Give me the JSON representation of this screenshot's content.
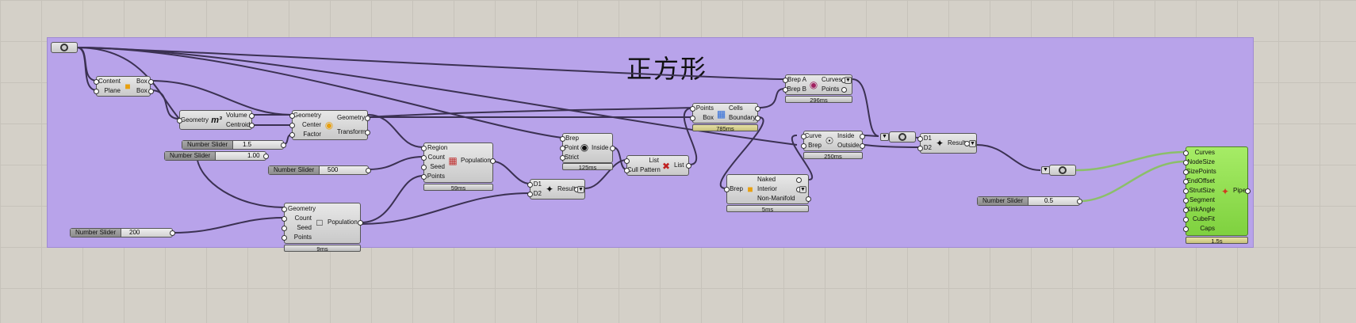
{
  "group": {
    "title": "正方形"
  },
  "components": {
    "box": {
      "inputs": [
        "Content",
        "Plane"
      ],
      "outputs": [
        "Box",
        "Box"
      ],
      "icon": "cube-icon"
    },
    "volume": {
      "inputs": [
        "Geometry"
      ],
      "outputs": [
        "Volume",
        "Centroid"
      ],
      "icon_text": "m³"
    },
    "scale": {
      "inputs": [
        "Geometry",
        "Center",
        "Factor"
      ],
      "outputs": [
        "Geometry",
        "Transform"
      ],
      "icon": "scale-icon"
    },
    "populate3d": {
      "inputs": [
        "Region",
        "Count",
        "Seed",
        "Points"
      ],
      "output": "Population",
      "time": "59ms"
    },
    "populate2d": {
      "inputs": [
        "Geometry",
        "Count",
        "Seed",
        "Points"
      ],
      "output": "Population",
      "time": "9ms"
    },
    "pointinbrep": {
      "inputs": [
        "Brep",
        "Point",
        "Strict"
      ],
      "output": "Inside",
      "time": "125ms"
    },
    "pull1": {
      "inputs": [
        "D1",
        "D2"
      ],
      "output": "Result"
    },
    "cullpattern": {
      "inputs": [
        "List",
        "Cull Pattern"
      ],
      "output": "List"
    },
    "voronoi": {
      "inputs": [
        "Points",
        "Box"
      ],
      "outputs": [
        "Cells",
        "Boundary"
      ],
      "time": "785ms"
    },
    "bbx": {
      "inputs": [
        "Brep A",
        "Brep B"
      ],
      "outputs": [
        "Curves",
        "Points"
      ],
      "time": "296ms"
    },
    "naked": {
      "input": "Brep",
      "outputs": [
        "Naked",
        "Interior",
        "Non-Manifold"
      ],
      "time": "5ms"
    },
    "containment": {
      "inputs": [
        "Curve",
        "Brep"
      ],
      "outputs": [
        "Inside",
        "Outside"
      ],
      "time": "250ms"
    },
    "pull2": {
      "inputs": [
        "D1",
        "D2"
      ],
      "output": "Result"
    },
    "pipe": {
      "inputs": [
        "Curves",
        "NodeSize",
        "SizePoints",
        "EndOffset",
        "StrutSize",
        "Segment",
        "KinkAngle",
        "CubeFit",
        "Caps"
      ],
      "output": "Pipe",
      "time": "1.5s"
    }
  },
  "sliders": [
    {
      "label": "Number Slider",
      "value": "1.5"
    },
    {
      "label": "Number Slider",
      "value": "1.00"
    },
    {
      "label": "Number Slider",
      "value": "500"
    },
    {
      "label": "Number Slider",
      "value": "200"
    },
    {
      "label": "Number Slider",
      "value": "0.5"
    }
  ],
  "colors": {
    "group": "#b8a3ea",
    "canvas": "#d4d0c8",
    "pipe": "#8fe04e",
    "wire": "#3b3152"
  }
}
